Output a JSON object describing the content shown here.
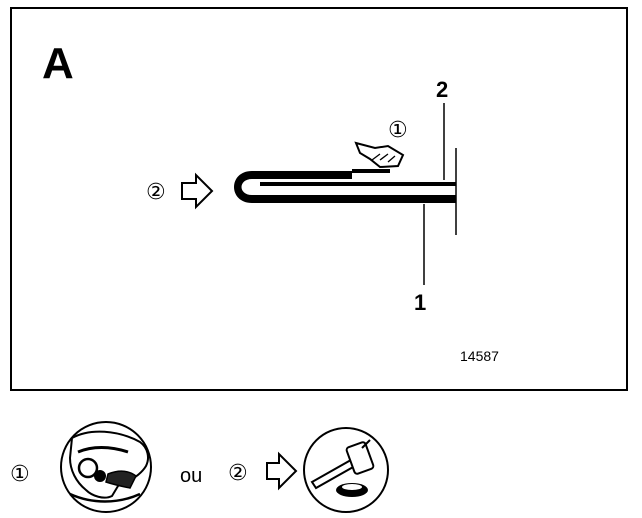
{
  "figure": {
    "panel_letter": "A",
    "callout_1": "1",
    "callout_2": "2",
    "step_1_marker": "①",
    "step_2_marker": "②",
    "reference_number": "14587"
  },
  "legend": {
    "step_1_marker": "①",
    "separator": "ou",
    "step_2_marker": "②",
    "step_1_icon": "hand-hemming-tool-icon",
    "step_2_icon": "hammer-and-dolly-icon"
  }
}
